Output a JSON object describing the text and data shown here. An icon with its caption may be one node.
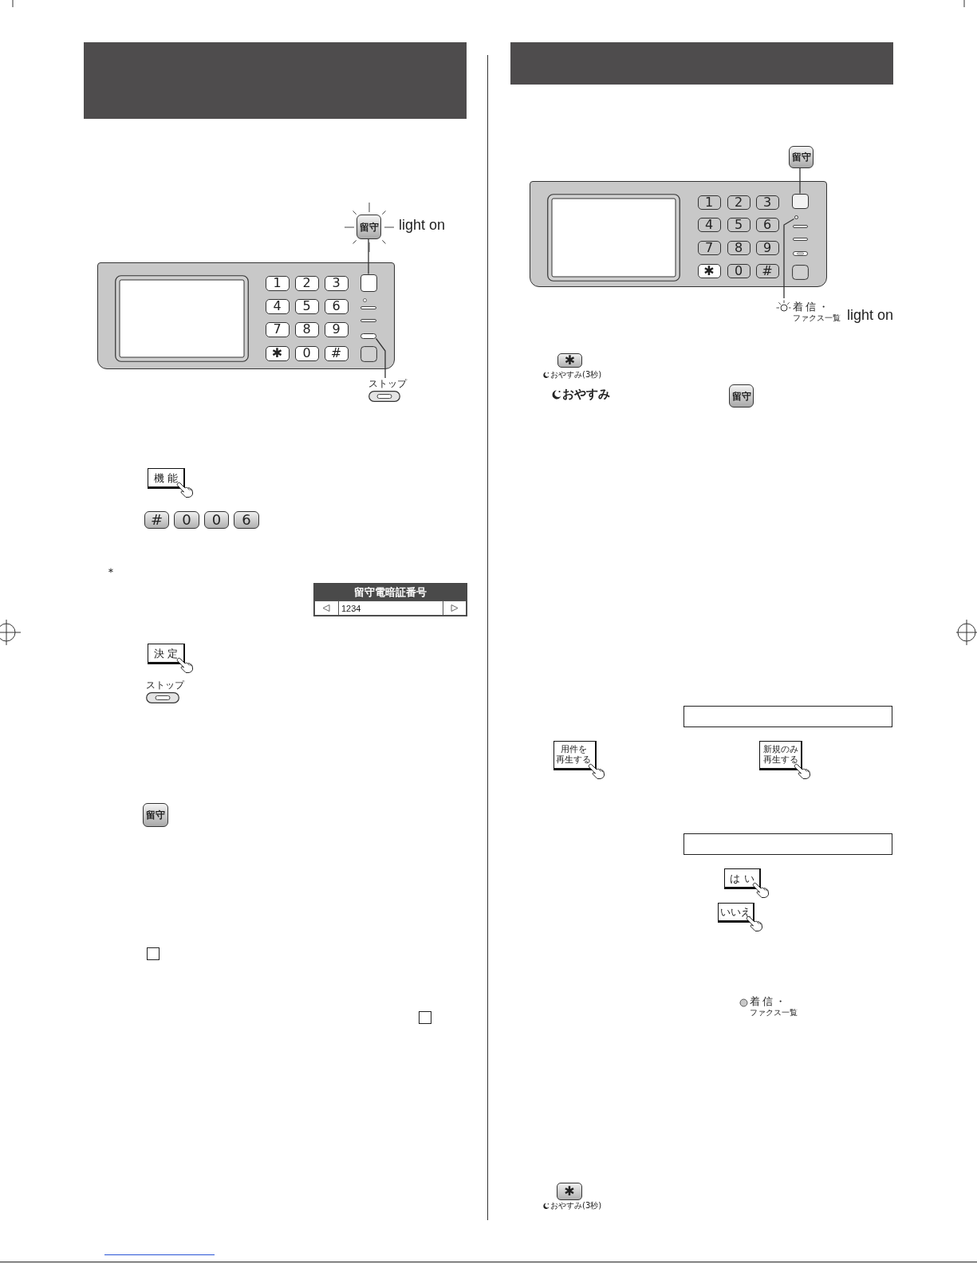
{
  "diagram": {
    "nodes": [
      {
        "text": [
          "留守"
        ],
        "beside": [
          "light on"
        ]
      },
      {
        "text": [],
        "shape": "picture"
      },
      {
        "text": [
          "1"
        ],
        "in": 1
      },
      {
        "text": [
          "2"
        ],
        "in": 1
      },
      {
        "text": [
          "3"
        ],
        "in": 1
      },
      {
        "text": [
          "4"
        ],
        "in": 1
      },
      {
        "text": [
          "5"
        ],
        "in": 1
      },
      {
        "text": [
          "6"
        ],
        "in": 1
      },
      {
        "text": [
          "7"
        ],
        "in": 1
      },
      {
        "text": [
          "8"
        ],
        "in": 1
      },
      {
        "text": [
          "9"
        ],
        "in": 1
      },
      {
        "text": [
          "✱"
        ],
        "in": 1
      },
      {
        "text": [
          "0"
        ],
        "in": 1
      },
      {
        "text": [
          "#"
        ],
        "in": 1
      },
      {
        "text": [],
        "shape": "box",
        "in": 1
      },
      {
        "text": [],
        "shape": "box",
        "in": 1
      },
      {
        "text": [
          "ストップ"
        ]
      },
      {
        "text": [
          "機能"
        ]
      },
      {
        "text": [
          "#"
        ]
      },
      {
        "text": [
          "0"
        ]
      },
      {
        "text": [
          "0"
        ]
      },
      {
        "text": [
          "6"
        ]
      },
      {
        "text": [
          "留守電暗証番号",
          "1234"
        ]
      },
      {
        "text": [
          "決定"
        ]
      },
      {
        "text": [
          "ストップ"
        ]
      },
      {
        "text": [
          "留守"
        ]
      },
      {
        "text": [],
        "shape": "box"
      },
      {
        "text": [],
        "shape": "box"
      },
      {
        "text": [
          "留守"
        ]
      },
      {
        "text": [],
        "shape": "picture"
      },
      {
        "text": [
          "1"
        ],
        "in": 29
      },
      {
        "text": [
          "2"
        ],
        "in": 29
      },
      {
        "text": [
          "3"
        ],
        "in": 29
      },
      {
        "text": [
          "4"
        ],
        "in": 29
      },
      {
        "text": [
          "5"
        ],
        "in": 29
      },
      {
        "text": [
          "6"
        ],
        "in": 29
      },
      {
        "text": [
          "7"
        ],
        "in": 29
      },
      {
        "text": [
          "8"
        ],
        "in": 29
      },
      {
        "text": [
          "9"
        ],
        "in": 29
      },
      {
        "text": [
          "✱"
        ],
        "in": 29
      },
      {
        "text": [
          "0"
        ],
        "in": 29
      },
      {
        "text": [
          "#"
        ],
        "in": 29
      },
      {
        "text": [],
        "shape": "box",
        "in": 29
      },
      {
        "text": [],
        "shape": "circle",
        "in": 29
      },
      {
        "text": [
          "着信・ファクス一覧"
        ],
        "beside": [
          "light on"
        ]
      },
      {
        "text": [
          "✱"
        ],
        "beside": [
          "おやすみ(3秒)"
        ]
      },
      {
        "text": [
          "留守"
        ]
      },
      {
        "text": [],
        "shape": "box"
      },
      {
        "text": [
          "用件を再生する"
        ]
      },
      {
        "text": [
          "新規のみ再生する"
        ]
      },
      {
        "text": [],
        "shape": "box"
      },
      {
        "text": [
          "はい"
        ]
      },
      {
        "text": [
          "いいえ"
        ]
      },
      {
        "text": [
          "✱"
        ],
        "beside": [
          "おやすみ(3秒)"
        ]
      }
    ],
    "edges": [
      {
        "from": 0,
        "to": 14,
        "arrow": "none"
      },
      {
        "from": 16,
        "to": 15,
        "arrow": "none"
      },
      {
        "from": 28,
        "to": 42,
        "arrow": "none"
      },
      {
        "from": 44,
        "to": 43,
        "arrow": "none"
      }
    ],
    "labels": [
      "＊",
      "おやすみ",
      "着信・ファクス一覧"
    ]
  }
}
